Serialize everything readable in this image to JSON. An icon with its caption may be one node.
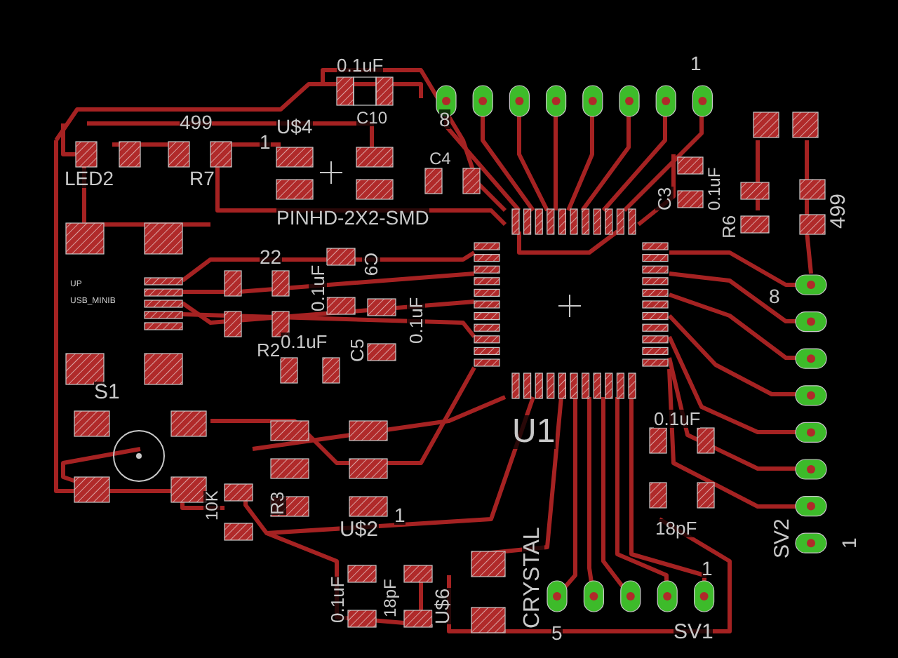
{
  "diagram": {
    "labels": [
      "0.1uF",
      "1",
      "499",
      "U$4",
      "1",
      "C10",
      "8",
      "LED2",
      "R7",
      "C4",
      "PINHD-2X2-SMD",
      "C3",
      "0.1uF",
      "R6",
      "499",
      "8",
      "22",
      "0.1uF",
      "C9",
      "UP",
      "USB_MINIB",
      "C5",
      "0.1uF",
      "R2",
      "0.1uF",
      "S1",
      "10K",
      "R3",
      "U$2",
      "1",
      "0.1uF",
      "18pF",
      "U$6",
      "CRYSTAL",
      "U1",
      "0.1uF",
      "18pF",
      "SV2",
      "1",
      "5",
      "SV1",
      "1"
    ]
  }
}
